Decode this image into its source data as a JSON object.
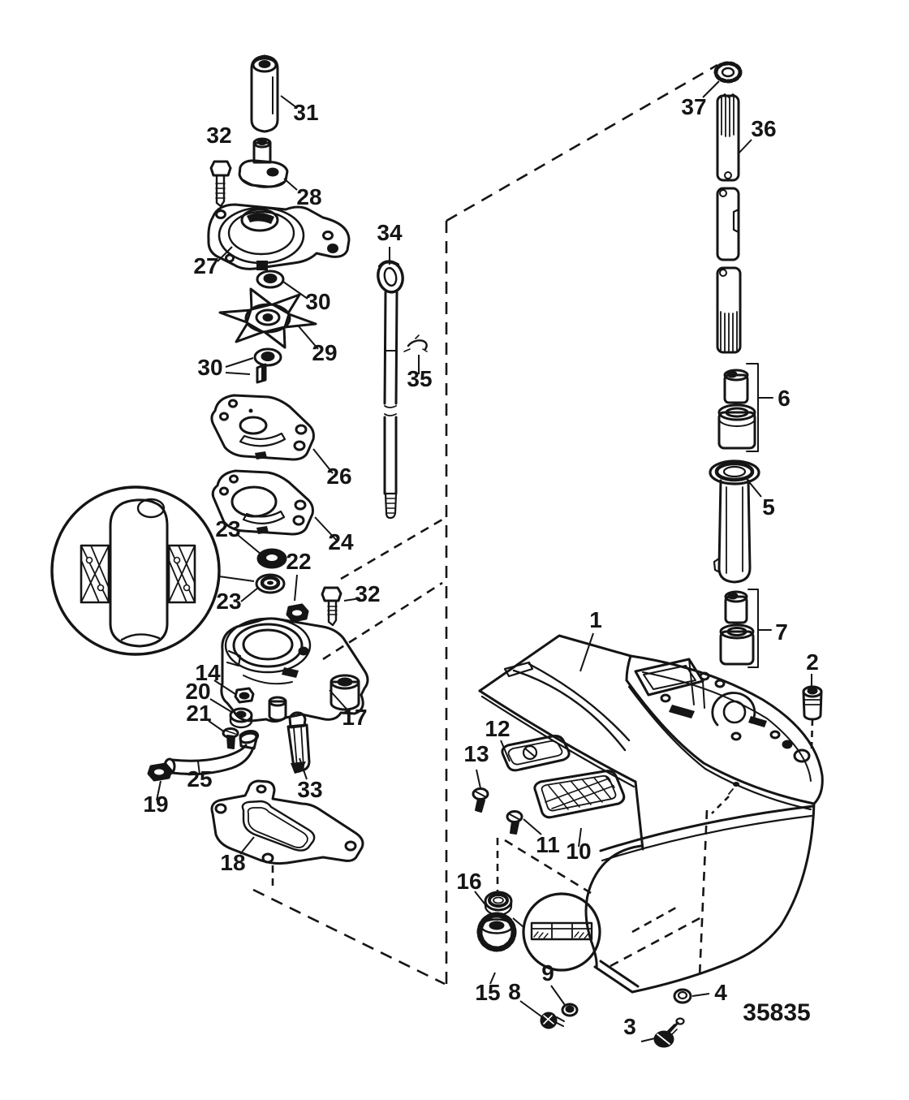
{
  "drawing": {
    "number": "35835",
    "ink_color": "#151515",
    "background_color": "#ffffff"
  },
  "callouts": {
    "p1": "1",
    "p2": "2",
    "p3": "3",
    "p4": "4",
    "p5": "5",
    "p6": "6",
    "p7": "7",
    "p8": "8",
    "p9": "9",
    "p10": "10",
    "p11": "11",
    "p12": "12",
    "p13": "13",
    "p14": "14",
    "p15": "15",
    "p16": "16",
    "p17": "17",
    "p18": "18",
    "p19": "19",
    "p20": "20",
    "p21": "21",
    "p22": "22",
    "p23": "23",
    "p24": "24",
    "p25": "25",
    "p26": "26",
    "p27": "27",
    "p28": "28",
    "p29": "29",
    "p30": "30",
    "p31": "31",
    "p32": "32",
    "p33": "33",
    "p34": "34",
    "p35": "35",
    "p36": "36",
    "p37": "37"
  }
}
